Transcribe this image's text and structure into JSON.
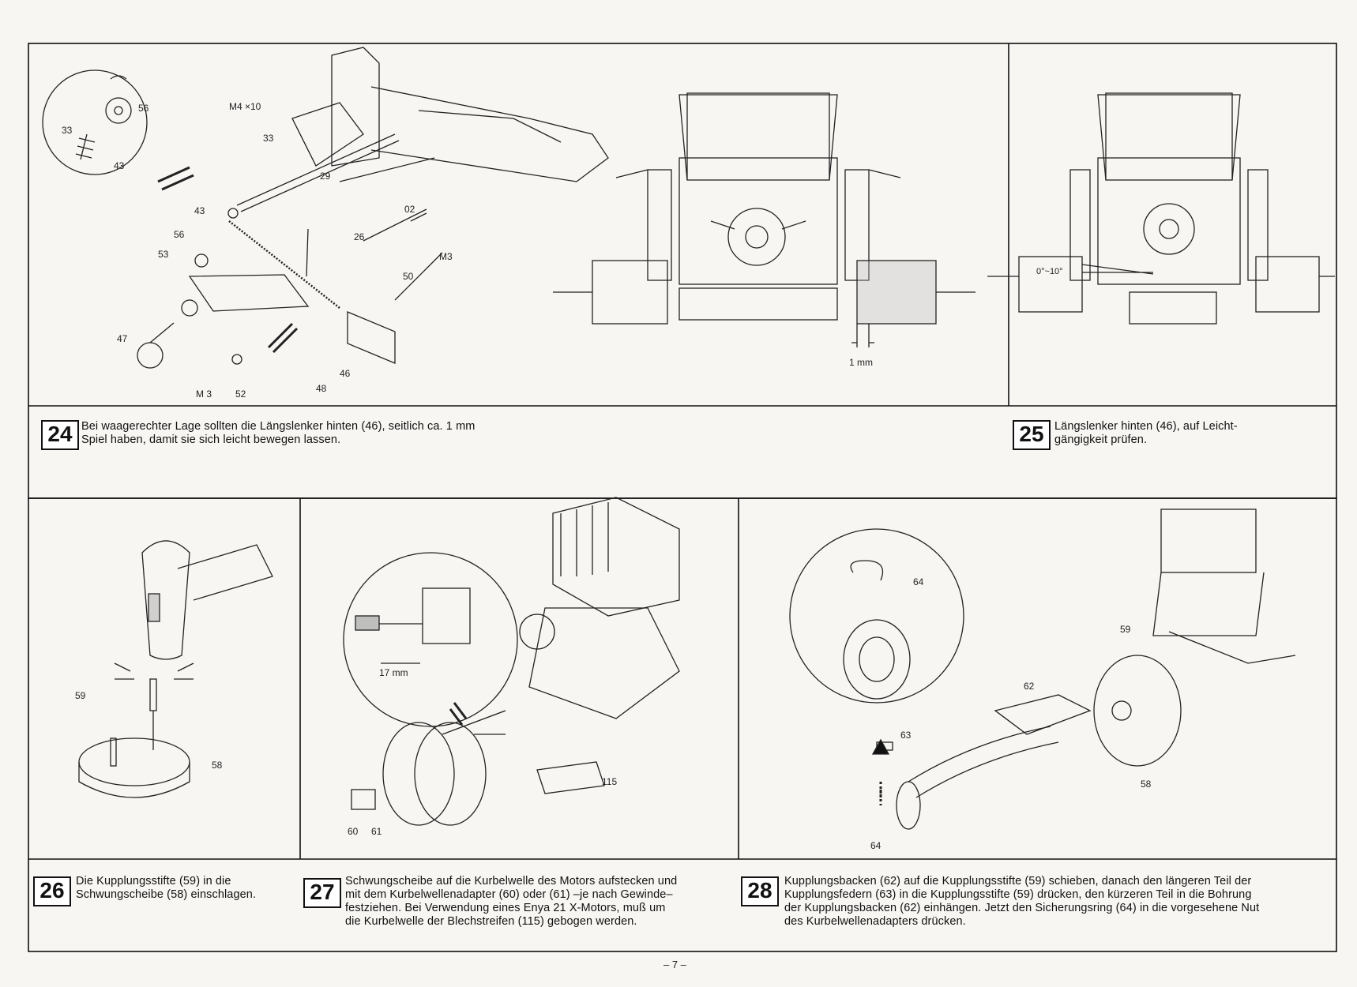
{
  "steps": [
    {
      "number": "24",
      "text_line1": "Bei waagerechter Lage sollten die Längslenker hinten (46), seitlich ca. 1 mm",
      "text_line2": "Spiel haben, damit sie sich leicht bewegen lassen."
    },
    {
      "number": "25",
      "text_line1": "Längslenker hinten (46), auf Leicht-",
      "text_line2": "gängigkeit prüfen."
    },
    {
      "number": "26",
      "text_line1": "Die Kupplungsstifte (59) in die",
      "text_line2": "Schwungscheibe (58) einschlagen."
    },
    {
      "number": "27",
      "text_line1": "Schwungscheibe auf die Kurbelwelle des Motors aufstecken und",
      "text_line2": "mit dem Kurbelwellenadapter (60) oder (61) –je nach Gewinde–",
      "text_line3": "festziehen. Bei Verwendung eines Enya 21 X-Motors, muß um",
      "text_line4": "die Kurbelwelle der Blechstreifen (115) gebogen werden."
    },
    {
      "number": "28",
      "text_line1": "Kupplungsbacken (62) auf die Kupplungsstifte (59) schieben, danach den längeren Teil der",
      "text_line2": "Kupplungsfedern (63) in die Kupplungsstifte (59) drücken, den kürzeren Teil in die Bohrung",
      "text_line3": "der Kupplungsbacken (62) einhängen. Jetzt den Sicherungsring (64) in die vorgesehene Nut",
      "text_line4": "des Kurbelwellenadapters drücken."
    }
  ],
  "labels": {
    "m4x10": "M4 ×10",
    "m3a": "M3",
    "m3b": "M 3",
    "one_mm": "1 mm",
    "angle": "0°~10°",
    "seventeen_mm": "17 mm",
    "p33a": "33",
    "p56a": "56",
    "p43a": "43",
    "p33b": "33",
    "p29": "29",
    "p02": "02",
    "p43b": "43",
    "p56b": "56",
    "p26": "26",
    "p53": "53",
    "p50": "50",
    "p47": "47",
    "p46": "46",
    "p48": "48",
    "p52": "52",
    "p59a": "59",
    "p58a": "58",
    "p115": "115",
    "p60": "60",
    "p61": "61",
    "p64a": "64",
    "p59b": "59",
    "p62": "62",
    "p63": "63",
    "p58b": "58",
    "p64b": "64"
  },
  "page_number": "– 7 –"
}
